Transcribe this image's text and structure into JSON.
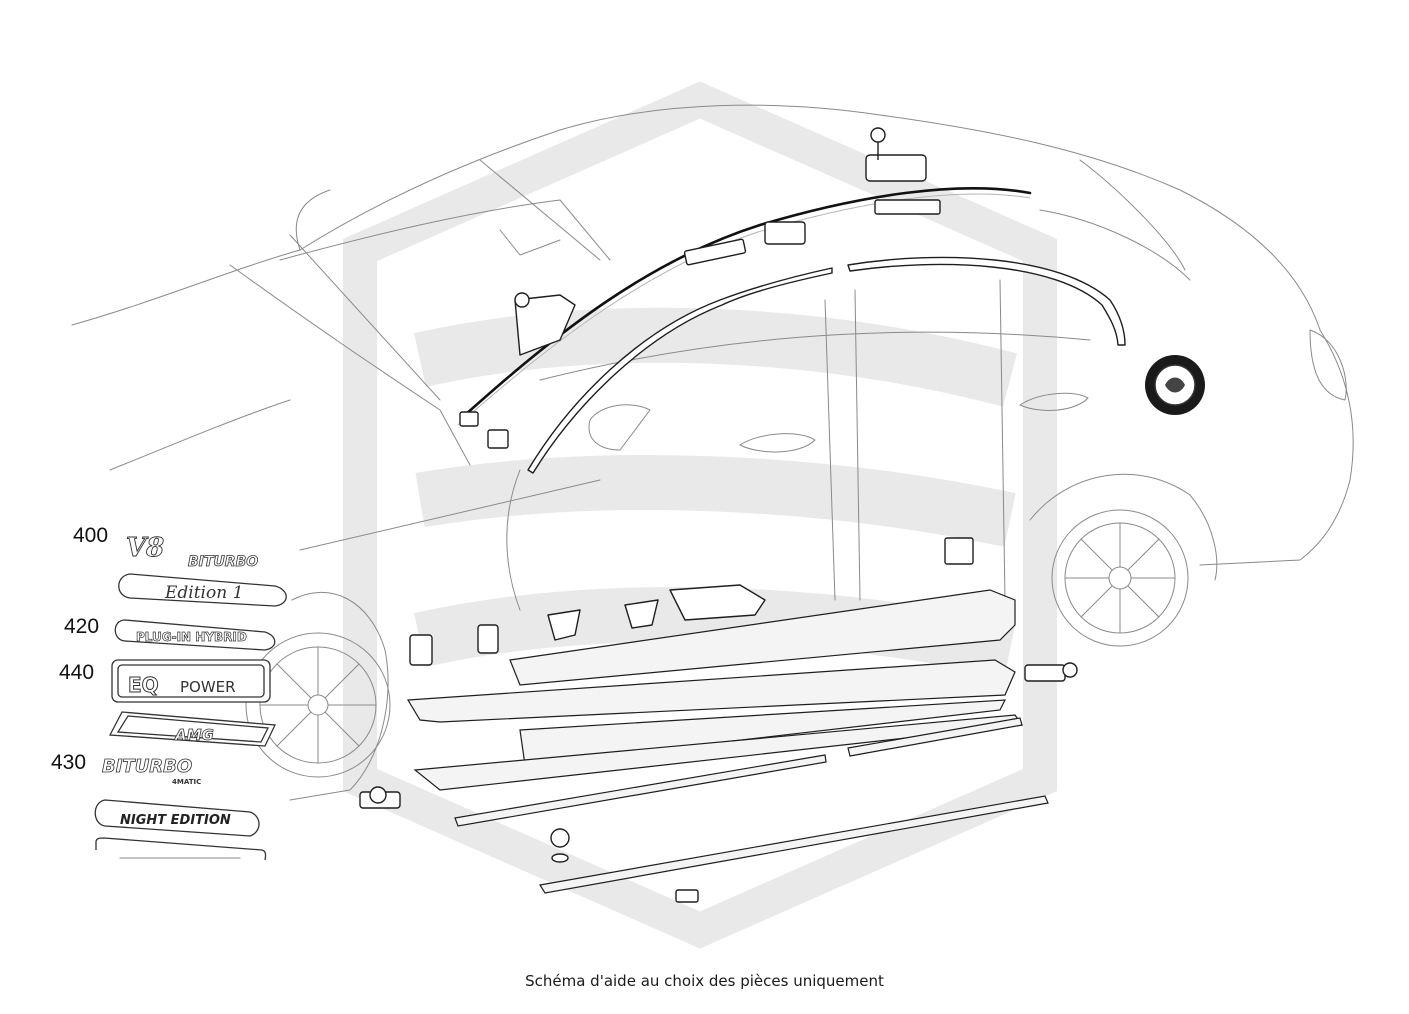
{
  "callouts": {
    "c400": "400",
    "c420": "420",
    "c440": "440",
    "c430": "430"
  },
  "badges": {
    "v8": "V8",
    "biturbo_small": "BITURBO",
    "edition1": "Edition 1",
    "plugin_hybrid": "PLUG-IN HYBRID",
    "eq_mark": "EQ",
    "power": "POWER",
    "amg": "AMG",
    "biturbo": "BITURBO",
    "fourmatic": "4MATIC",
    "night_edition": "NIGHT EDITION"
  },
  "caption": "Schéma d'aide au choix des pièces uniquement"
}
